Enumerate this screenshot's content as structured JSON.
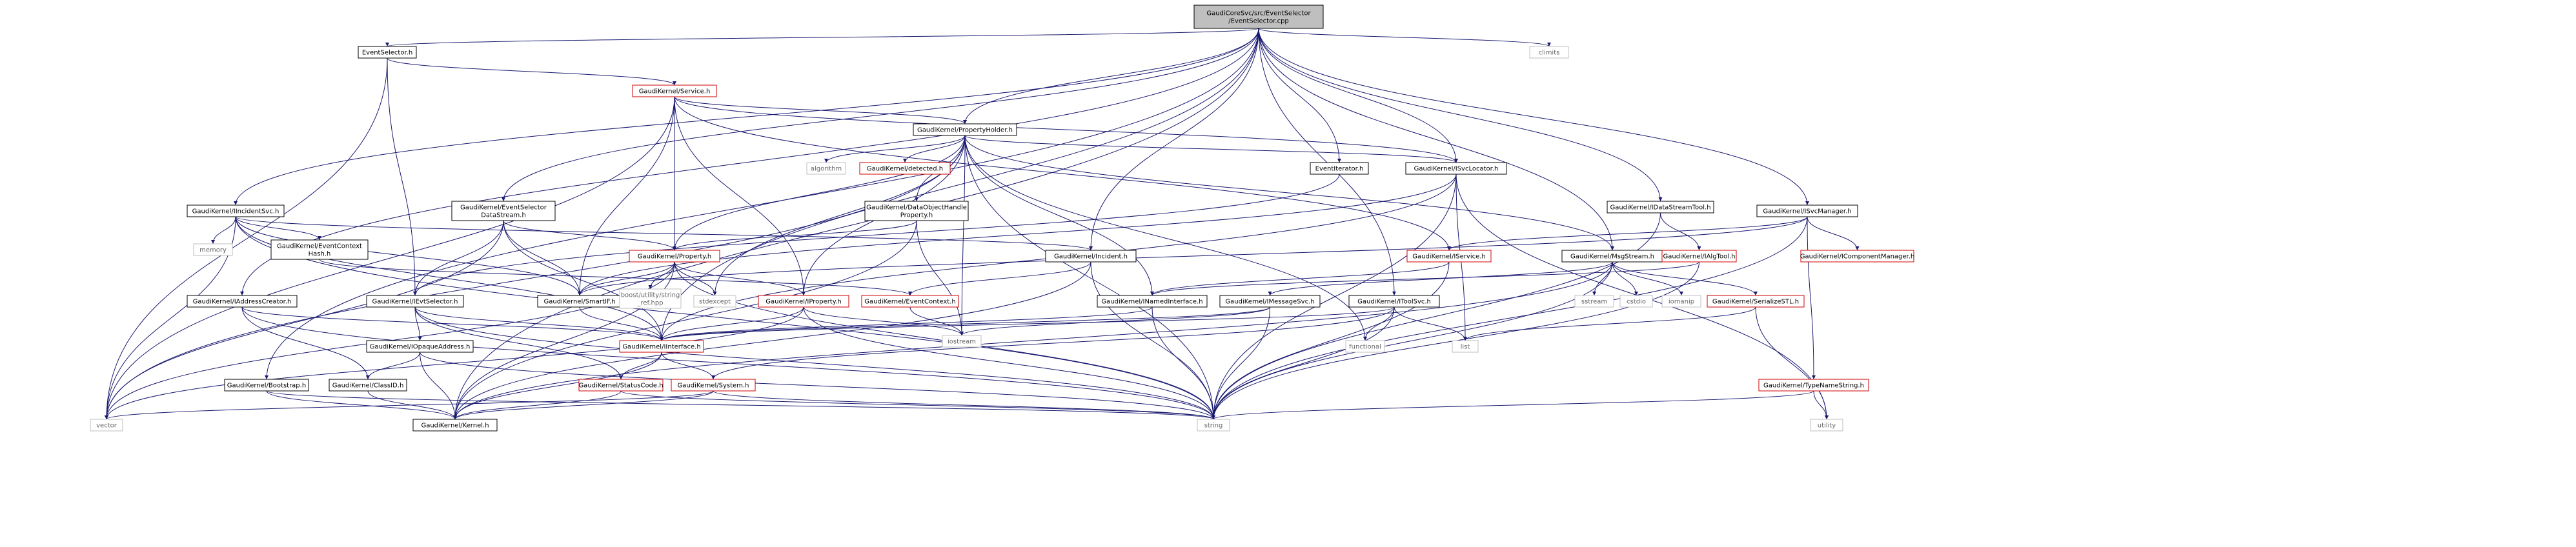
{
  "colors": {
    "root_fill": "#bfbfbf",
    "node_border": "#000000",
    "missing_border": "#cc0000",
    "external_border": "#bfbfbf",
    "edge": "#191970"
  },
  "nodes": [
    {
      "id": "root",
      "lines": [
        "GaudiCoreSvc/src/EventSelector",
        "/EventSelector.cpp"
      ],
      "kind": "root"
    },
    {
      "id": "evsel_h",
      "lines": [
        "EventSelector.h"
      ],
      "kind": "normal"
    },
    {
      "id": "climits",
      "lines": [
        "climits"
      ],
      "kind": "external"
    },
    {
      "id": "iservice_root",
      "lines": [
        "GaudiKernel/Service.h"
      ],
      "kind": "missing"
    },
    {
      "id": "propholder",
      "lines": [
        "GaudiKernel/PropertyHolder.h"
      ],
      "kind": "normal"
    },
    {
      "id": "algorithm",
      "lines": [
        "algorithm"
      ],
      "kind": "external"
    },
    {
      "id": "detected",
      "lines": [
        "GaudiKernel/detected.h"
      ],
      "kind": "missing"
    },
    {
      "id": "eventiter",
      "lines": [
        "EventIterator.h"
      ],
      "kind": "normal"
    },
    {
      "id": "isvcloc",
      "lines": [
        "GaudiKernel/ISvcLocator.h"
      ],
      "kind": "normal"
    },
    {
      "id": "incidentsvc",
      "lines": [
        "GaudiKernel/IIncidentSvc.h"
      ],
      "kind": "normal"
    },
    {
      "id": "evsel_ds",
      "lines": [
        "GaudiKernel/EventSelector",
        "DataStream.h"
      ],
      "kind": "normal"
    },
    {
      "id": "dohprop",
      "lines": [
        "GaudiKernel/DataObjectHandle",
        "Property.h"
      ],
      "kind": "normal"
    },
    {
      "id": "idatastream",
      "lines": [
        "GaudiKernel/IDataStreamTool.h"
      ],
      "kind": "normal"
    },
    {
      "id": "isvcmgr",
      "lines": [
        "GaudiKernel/ISvcManager.h"
      ],
      "kind": "normal"
    },
    {
      "id": "memory",
      "lines": [
        "memory"
      ],
      "kind": "external"
    },
    {
      "id": "evctxhash",
      "lines": [
        "GaudiKernel/EventContext",
        "Hash.h"
      ],
      "kind": "normal"
    },
    {
      "id": "property",
      "lines": [
        "GaudiKernel/Property.h"
      ],
      "kind": "missing"
    },
    {
      "id": "incident",
      "lines": [
        "GaudiKernel/Incident.h"
      ],
      "kind": "normal"
    },
    {
      "id": "iservice",
      "lines": [
        "GaudiKernel/IService.h"
      ],
      "kind": "missing"
    },
    {
      "id": "msgstream",
      "lines": [
        "GaudiKernel/MsgStream.h"
      ],
      "kind": "normal"
    },
    {
      "id": "ialgtool",
      "lines": [
        "GaudiKernel/IAlgTool.h"
      ],
      "kind": "missing"
    },
    {
      "id": "icompmgr",
      "lines": [
        "GaudiKernel/IComponentManager.h"
      ],
      "kind": "missing"
    },
    {
      "id": "iaddrcreator",
      "lines": [
        "GaudiKernel/IAddressCreator.h"
      ],
      "kind": "normal"
    },
    {
      "id": "ievtsel",
      "lines": [
        "GaudiKernel/IEvtSelector.h"
      ],
      "kind": "normal"
    },
    {
      "id": "smartif",
      "lines": [
        "GaudiKernel/SmartIF.h"
      ],
      "kind": "normal"
    },
    {
      "id": "boostref",
      "lines": [
        "boost/utility/string",
        "_ref.hpp"
      ],
      "kind": "external"
    },
    {
      "id": "stdexcept",
      "lines": [
        "stdexcept"
      ],
      "kind": "external"
    },
    {
      "id": "iproperty",
      "lines": [
        "GaudiKernel/IProperty.h"
      ],
      "kind": "missing"
    },
    {
      "id": "evcontext",
      "lines": [
        "GaudiKernel/EventContext.h"
      ],
      "kind": "missing"
    },
    {
      "id": "inamed",
      "lines": [
        "GaudiKernel/INamedInterface.h"
      ],
      "kind": "normal"
    },
    {
      "id": "imsgsvc",
      "lines": [
        "GaudiKernel/IMessageSvc.h"
      ],
      "kind": "normal"
    },
    {
      "id": "itoolsvc",
      "lines": [
        "GaudiKernel/IToolSvc.h"
      ],
      "kind": "normal"
    },
    {
      "id": "sstream",
      "lines": [
        "sstream"
      ],
      "kind": "external"
    },
    {
      "id": "cstdio",
      "lines": [
        "cstdio"
      ],
      "kind": "external"
    },
    {
      "id": "iomanip",
      "lines": [
        "iomanip"
      ],
      "kind": "external"
    },
    {
      "id": "serializestl",
      "lines": [
        "GaudiKernel/SerializeSTL.h"
      ],
      "kind": "missing"
    },
    {
      "id": "iopaque",
      "lines": [
        "GaudiKernel/IOpaqueAddress.h"
      ],
      "kind": "normal"
    },
    {
      "id": "iinterface",
      "lines": [
        "GaudiKernel/IInterface.h"
      ],
      "kind": "missing"
    },
    {
      "id": "iostream",
      "lines": [
        "iostream"
      ],
      "kind": "external"
    },
    {
      "id": "functional",
      "lines": [
        "functional"
      ],
      "kind": "external"
    },
    {
      "id": "list",
      "lines": [
        "list"
      ],
      "kind": "external"
    },
    {
      "id": "bootstrap",
      "lines": [
        "GaudiKernel/Bootstrap.h"
      ],
      "kind": "normal"
    },
    {
      "id": "classid",
      "lines": [
        "GaudiKernel/ClassID.h"
      ],
      "kind": "normal"
    },
    {
      "id": "statuscode",
      "lines": [
        "GaudiKernel/StatusCode.h"
      ],
      "kind": "missing"
    },
    {
      "id": "system",
      "lines": [
        "GaudiKernel/System.h"
      ],
      "kind": "missing"
    },
    {
      "id": "typename",
      "lines": [
        "GaudiKernel/TypeNameString.h"
      ],
      "kind": "missing"
    },
    {
      "id": "vector",
      "lines": [
        "vector"
      ],
      "kind": "external"
    },
    {
      "id": "kernel",
      "lines": [
        "GaudiKernel/Kernel.h"
      ],
      "kind": "normal"
    },
    {
      "id": "string",
      "lines": [
        "string"
      ],
      "kind": "external"
    },
    {
      "id": "utility",
      "lines": [
        "utility"
      ],
      "kind": "external"
    }
  ],
  "edges": [
    [
      "root",
      "evsel_h"
    ],
    [
      "root",
      "climits"
    ],
    [
      "root",
      "propholder"
    ],
    [
      "root",
      "eventiter"
    ],
    [
      "root",
      "isvcloc"
    ],
    [
      "root",
      "incidentsvc"
    ],
    [
      "root",
      "evsel_ds"
    ],
    [
      "root",
      "idatastream"
    ],
    [
      "root",
      "isvcmgr"
    ],
    [
      "root",
      "incident"
    ],
    [
      "root",
      "msgstream"
    ],
    [
      "root",
      "iaddrcreator"
    ],
    [
      "root",
      "itoolsvc"
    ],
    [
      "root",
      "iinterface"
    ],
    [
      "root",
      "bootstrap"
    ],
    [
      "root",
      "kernel"
    ],
    [
      "evsel_h",
      "iservice_root"
    ],
    [
      "evsel_h",
      "ievtsel"
    ],
    [
      "evsel_h",
      "vector"
    ],
    [
      "iservice_root",
      "propholder"
    ],
    [
      "iservice_root",
      "isvcloc"
    ],
    [
      "iservice_root",
      "iservice"
    ],
    [
      "iservice_root",
      "property"
    ],
    [
      "iservice_root",
      "iproperty"
    ],
    [
      "iservice_root",
      "smartif"
    ],
    [
      "iservice_root",
      "vector"
    ],
    [
      "propholder",
      "algorithm"
    ],
    [
      "propholder",
      "detected"
    ],
    [
      "propholder",
      "dohprop"
    ],
    [
      "propholder",
      "property"
    ],
    [
      "propholder",
      "iproperty"
    ],
    [
      "propholder",
      "inamed"
    ],
    [
      "propholder",
      "msgstream"
    ],
    [
      "propholder",
      "stdexcept"
    ],
    [
      "propholder",
      "functional"
    ],
    [
      "propholder",
      "iostream"
    ],
    [
      "propholder",
      "string"
    ],
    [
      "propholder",
      "vector"
    ],
    [
      "propholder",
      "isvcloc"
    ],
    [
      "eventiter",
      "ievtsel"
    ],
    [
      "isvcloc",
      "iinterface"
    ],
    [
      "isvcloc",
      "smartif"
    ],
    [
      "isvcloc",
      "list"
    ],
    [
      "isvcloc",
      "string"
    ],
    [
      "isvcloc",
      "utility"
    ],
    [
      "incidentsvc",
      "incident"
    ],
    [
      "incidentsvc",
      "evctxhash"
    ],
    [
      "incidentsvc",
      "smartif"
    ],
    [
      "incidentsvc",
      "iinterface"
    ],
    [
      "incidentsvc",
      "memory"
    ],
    [
      "incidentsvc",
      "string"
    ],
    [
      "incidentsvc",
      "vector"
    ],
    [
      "evsel_ds",
      "ievtsel"
    ],
    [
      "evsel_ds",
      "property"
    ],
    [
      "evsel_ds",
      "smartif"
    ],
    [
      "evsel_ds",
      "iinterface"
    ],
    [
      "evsel_ds",
      "vector"
    ],
    [
      "dohprop",
      "property"
    ],
    [
      "dohprop",
      "iostream"
    ],
    [
      "dohprop",
      "kernel"
    ],
    [
      "idatastream",
      "ialgtool"
    ],
    [
      "idatastream",
      "string"
    ],
    [
      "isvcmgr",
      "iservice"
    ],
    [
      "isvcmgr",
      "icompmgr"
    ],
    [
      "isvcmgr",
      "smartif"
    ],
    [
      "isvcmgr",
      "typename"
    ],
    [
      "isvcmgr",
      "string"
    ],
    [
      "evctxhash",
      "evcontext"
    ],
    [
      "property",
      "iproperty"
    ],
    [
      "property",
      "boostref"
    ],
    [
      "property",
      "stdexcept"
    ],
    [
      "property",
      "smartif"
    ],
    [
      "property",
      "string"
    ],
    [
      "property",
      "vector"
    ],
    [
      "property",
      "kernel"
    ],
    [
      "incident",
      "evcontext"
    ],
    [
      "incident",
      "string"
    ],
    [
      "incident",
      "kernel"
    ],
    [
      "iservice",
      "inamed"
    ],
    [
      "iservice",
      "string"
    ],
    [
      "msgstream",
      "imsgsvc"
    ],
    [
      "msgstream",
      "serializestl"
    ],
    [
      "msgstream",
      "sstream"
    ],
    [
      "msgstream",
      "cstdio"
    ],
    [
      "msgstream",
      "iomanip"
    ],
    [
      "msgstream",
      "string"
    ],
    [
      "msgstream",
      "kernel"
    ],
    [
      "ialgtool",
      "inamed"
    ],
    [
      "ialgtool",
      "string"
    ],
    [
      "iaddrcreator",
      "classid"
    ],
    [
      "iaddrcreator",
      "iinterface"
    ],
    [
      "iaddrcreator",
      "string"
    ],
    [
      "ievtsel",
      "iinterface"
    ],
    [
      "ievtsel",
      "iopaque"
    ],
    [
      "ievtsel",
      "statuscode"
    ],
    [
      "ievtsel",
      "string"
    ],
    [
      "smartif",
      "iinterface"
    ],
    [
      "iproperty",
      "iinterface"
    ],
    [
      "iproperty",
      "iostream"
    ],
    [
      "iproperty",
      "string"
    ],
    [
      "iproperty",
      "vector"
    ],
    [
      "evcontext",
      "iostream"
    ],
    [
      "inamed",
      "iinterface"
    ],
    [
      "inamed",
      "string"
    ],
    [
      "imsgsvc",
      "iinterface"
    ],
    [
      "imsgsvc",
      "iostream"
    ],
    [
      "imsgsvc",
      "string"
    ],
    [
      "itoolsvc",
      "iinterface"
    ],
    [
      "itoolsvc",
      "functional"
    ],
    [
      "itoolsvc",
      "list"
    ],
    [
      "itoolsvc",
      "string"
    ],
    [
      "itoolsvc",
      "system"
    ],
    [
      "serializestl",
      "list"
    ],
    [
      "serializestl",
      "utility"
    ],
    [
      "iopaque",
      "classid"
    ],
    [
      "iopaque",
      "kernel"
    ],
    [
      "iopaque",
      "string"
    ],
    [
      "iinterface",
      "statuscode"
    ],
    [
      "iinterface",
      "system"
    ],
    [
      "iinterface",
      "kernel"
    ],
    [
      "bootstrap",
      "kernel"
    ],
    [
      "bootstrap",
      "string"
    ],
    [
      "classid",
      "kernel"
    ],
    [
      "statuscode",
      "kernel"
    ],
    [
      "statuscode",
      "string"
    ],
    [
      "system",
      "kernel"
    ],
    [
      "system",
      "string"
    ],
    [
      "system",
      "vector"
    ],
    [
      "typename",
      "string"
    ],
    [
      "typename",
      "utility"
    ]
  ]
}
